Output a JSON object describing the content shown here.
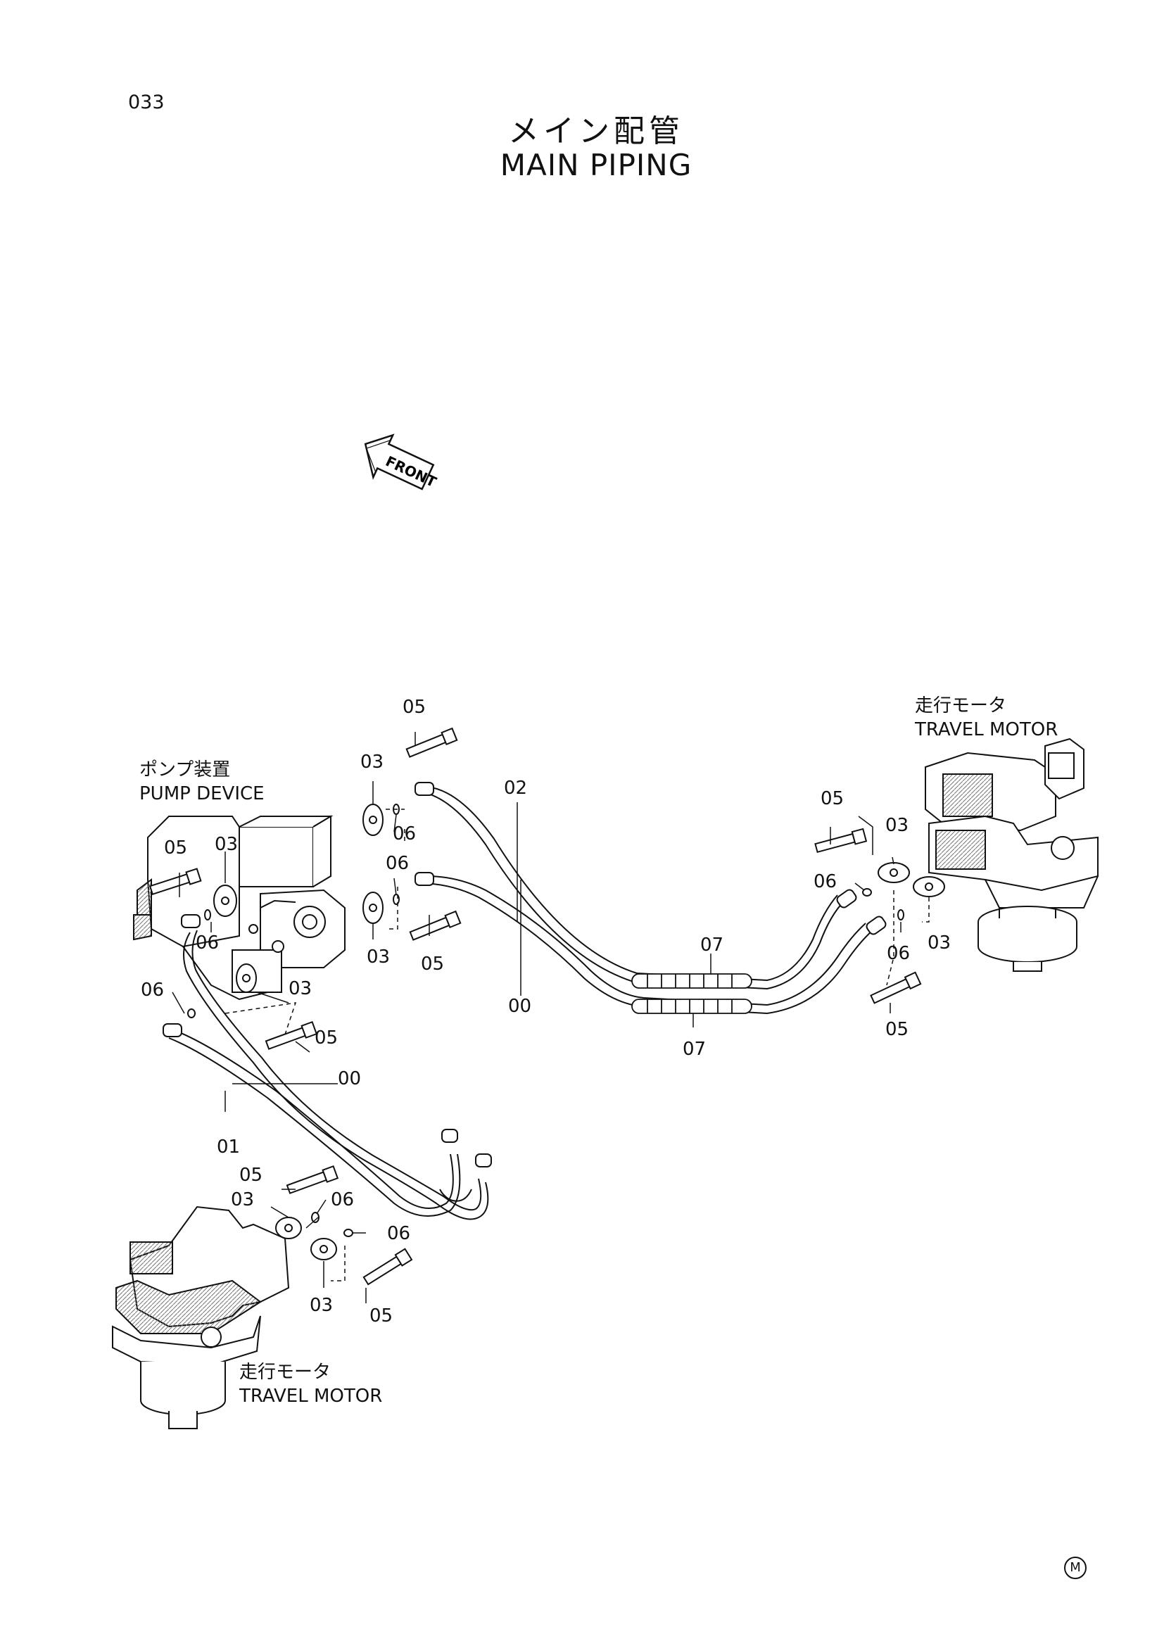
{
  "page": {
    "code": "033",
    "title_jp": "メイン配管",
    "title_en": "MAIN PIPING",
    "corner_mark": "M"
  },
  "front_arrow": {
    "label": "FRONT"
  },
  "assemblies": {
    "pump_device": {
      "jp": "ポンプ装置",
      "en": "PUMP DEVICE"
    },
    "travel_motor_right": {
      "jp": "走行モータ",
      "en": "TRAVEL MOTOR"
    },
    "travel_motor_left": {
      "jp": "走行モータ",
      "en": "TRAVEL MOTOR"
    }
  },
  "part_numbers": {
    "p00": "00",
    "p01": "01",
    "p02": "02",
    "p03": "03",
    "p05": "05",
    "p06": "06",
    "p07": "07"
  }
}
